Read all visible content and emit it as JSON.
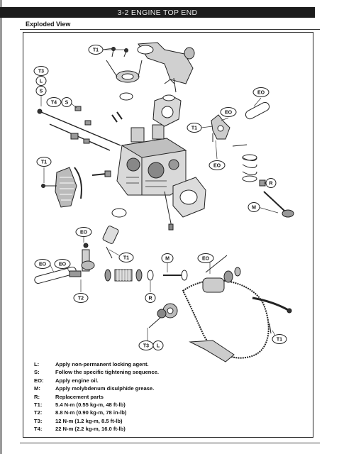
{
  "header": {
    "title": "3-2 ENGINE TOP END"
  },
  "section": {
    "title": "Exploded View"
  },
  "callouts": {
    "t1": "T1",
    "t2": "T2",
    "t3": "T3",
    "t4": "T4",
    "l": "L",
    "s": "S",
    "eo": "EO",
    "m": "M",
    "r": "R"
  },
  "legend": [
    {
      "key": "L:",
      "text": "Apply non-permanent locking agent."
    },
    {
      "key": "S:",
      "text": "Follow the specific tightening sequence."
    },
    {
      "key": "EO:",
      "text": "Apply engine oil."
    },
    {
      "key": "M:",
      "text": "Apply molybdenum disulphide grease."
    },
    {
      "key": "R:",
      "text": "Replacement parts"
    },
    {
      "key": "T1:",
      "text": "5.4 N-m (0.55 kg-m, 48 ft-lb)"
    },
    {
      "key": "T2:",
      "text": "8.8 N-m (0.90 kg-m, 78 in-lb)"
    },
    {
      "key": "T3:",
      "text": "12 N-m (1.2 kg-m, 8.5 ft-lb)"
    },
    {
      "key": "T4:",
      "text": "22 N-m (2.2 kg-m, 16.0 ft-lb)"
    }
  ]
}
